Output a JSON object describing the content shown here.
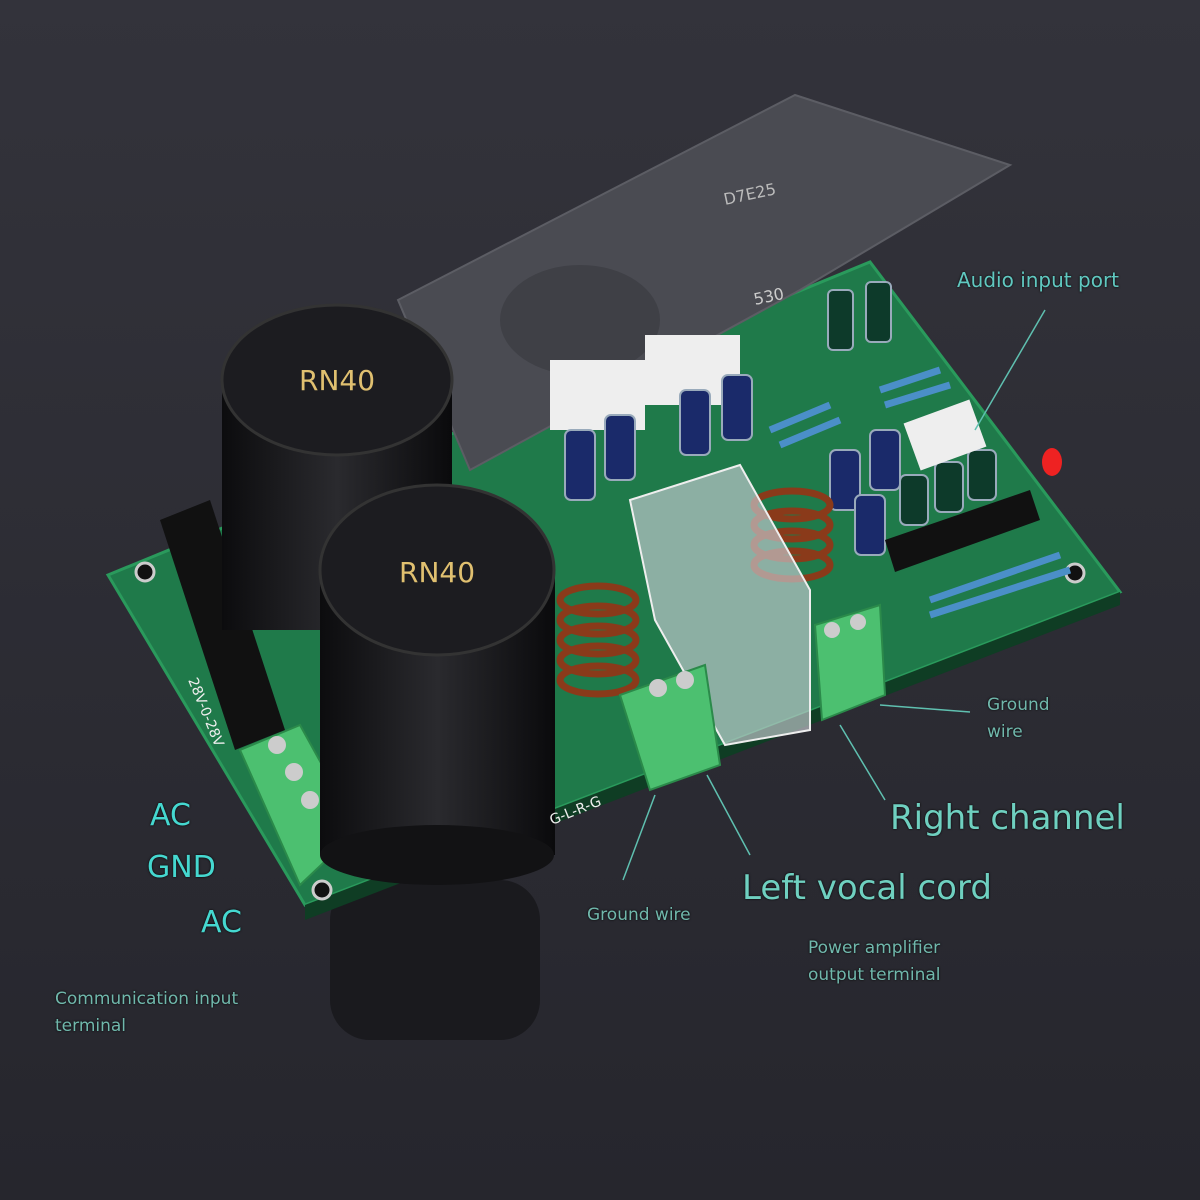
{
  "board": {
    "capacitor_marking_1": "RN40",
    "capacitor_marking_2": "RN40",
    "module_marking": "D7E25",
    "module_model": "530",
    "silkscreen_power": "28V-0-28V",
    "silkscreen_output": "G-L-R-G"
  },
  "labels": {
    "audio_input_port": "Audio input port",
    "ground_wire_right": "Ground wire",
    "right_channel": "Right channel",
    "left_vocal_cord": "Left vocal cord",
    "ground_wire_left": "Ground wire",
    "power_amplifier_output": "Power amplifier output terminal",
    "ac_top": "AC",
    "gnd": "GND",
    "ac_bottom": "AC",
    "communication_input": "Communication input terminal"
  },
  "colors": {
    "background": "#2c2c34",
    "pcb": "#1f7a4a",
    "terminal": "#4cc070",
    "label": "#5fc0b0"
  }
}
